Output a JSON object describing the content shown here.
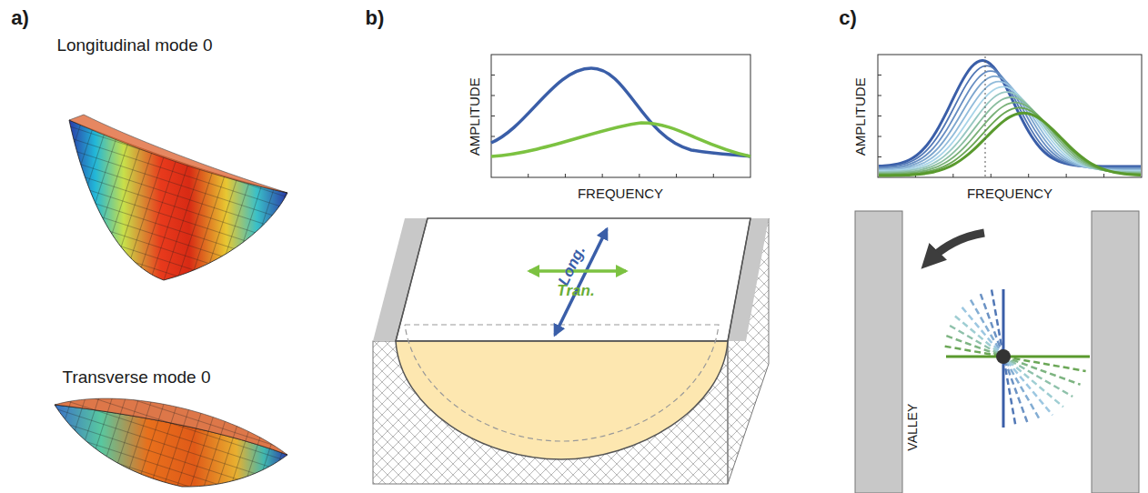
{
  "diagram": {
    "labels": [
      "a)",
      "b)",
      "c)",
      "Longitudinal mode 0",
      "Transverse mode 0",
      "AMPLITUDE",
      "FREQUENCY",
      "Long.",
      "Tran.",
      "AMPLITUDE",
      "FREQUENCY",
      "VALLEY"
    ]
  }
}
